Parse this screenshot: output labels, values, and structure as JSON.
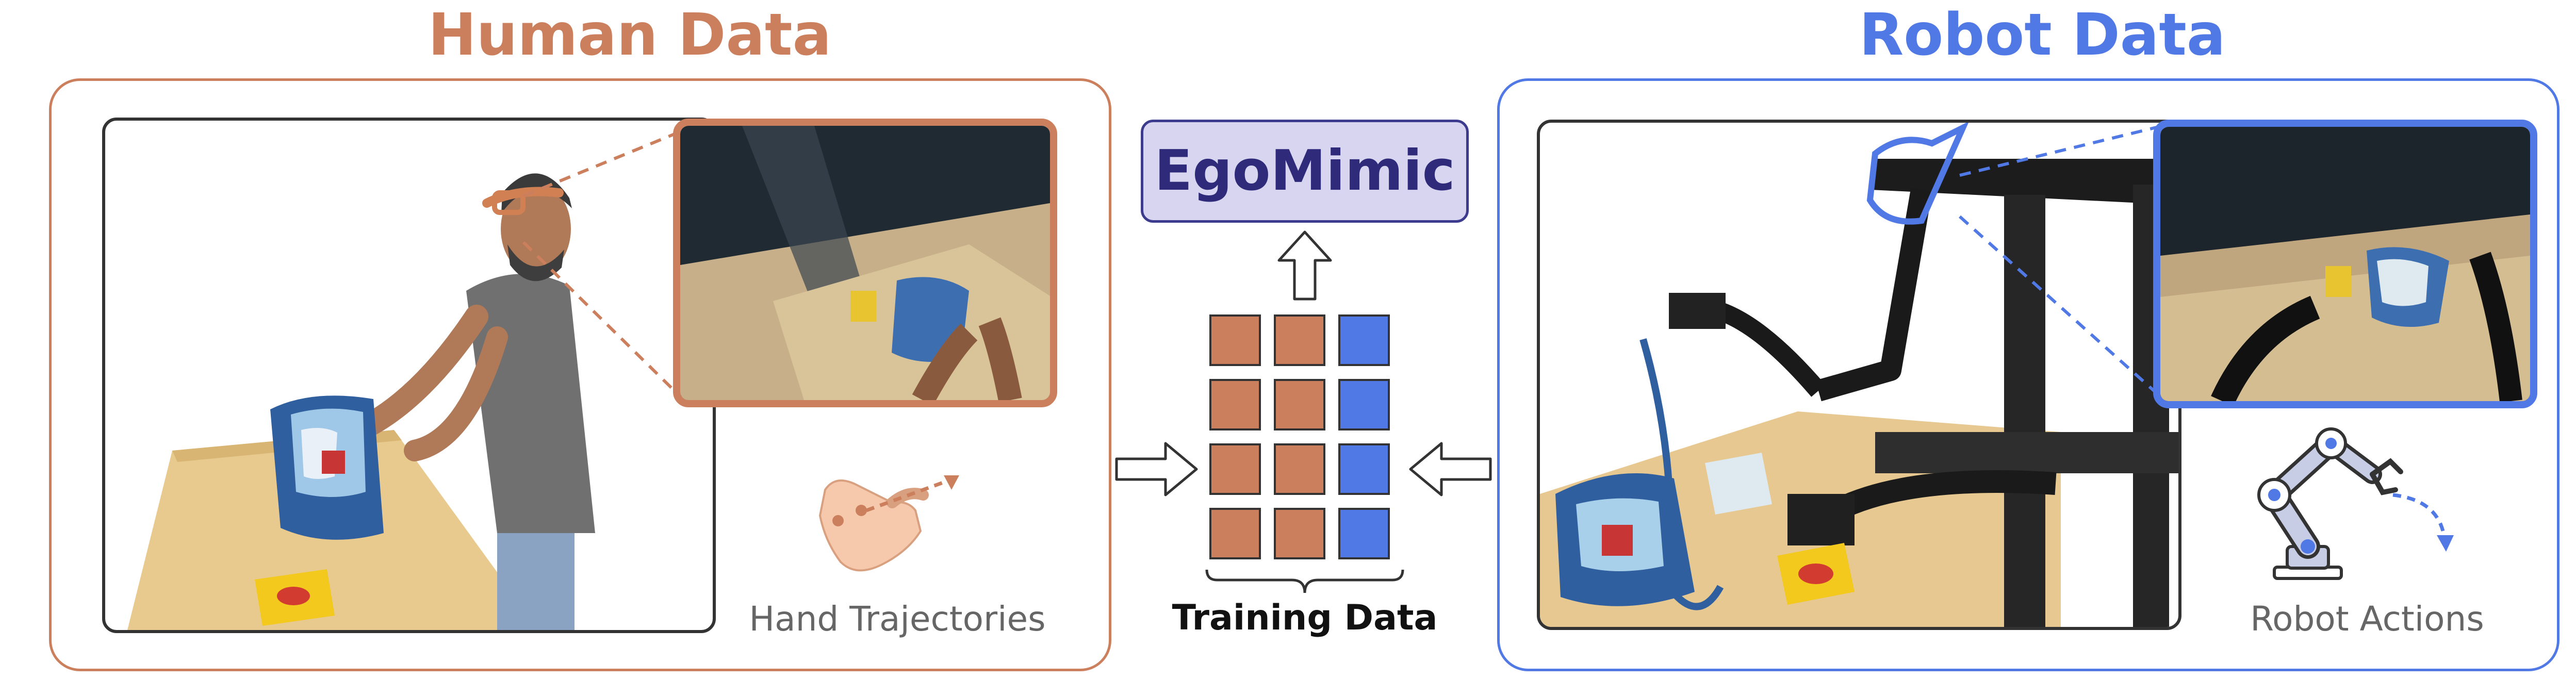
{
  "colors": {
    "human": "#cc7f5c",
    "robot": "#5079e6",
    "ego_fill": "#d7d5ef",
    "ego_text": "#2f2b7a"
  },
  "human_panel": {
    "title": "Human Data",
    "caption": "Hand Trajectories",
    "icon": "hand-icon"
  },
  "robot_panel": {
    "title": "Robot Data",
    "caption": "Robot Actions",
    "icon": "robot-arm-icon"
  },
  "center": {
    "model_name": "EgoMimic",
    "training_label": "Training Data",
    "grid": {
      "rows": 4,
      "columns": [
        "human",
        "human",
        "robot"
      ]
    }
  }
}
